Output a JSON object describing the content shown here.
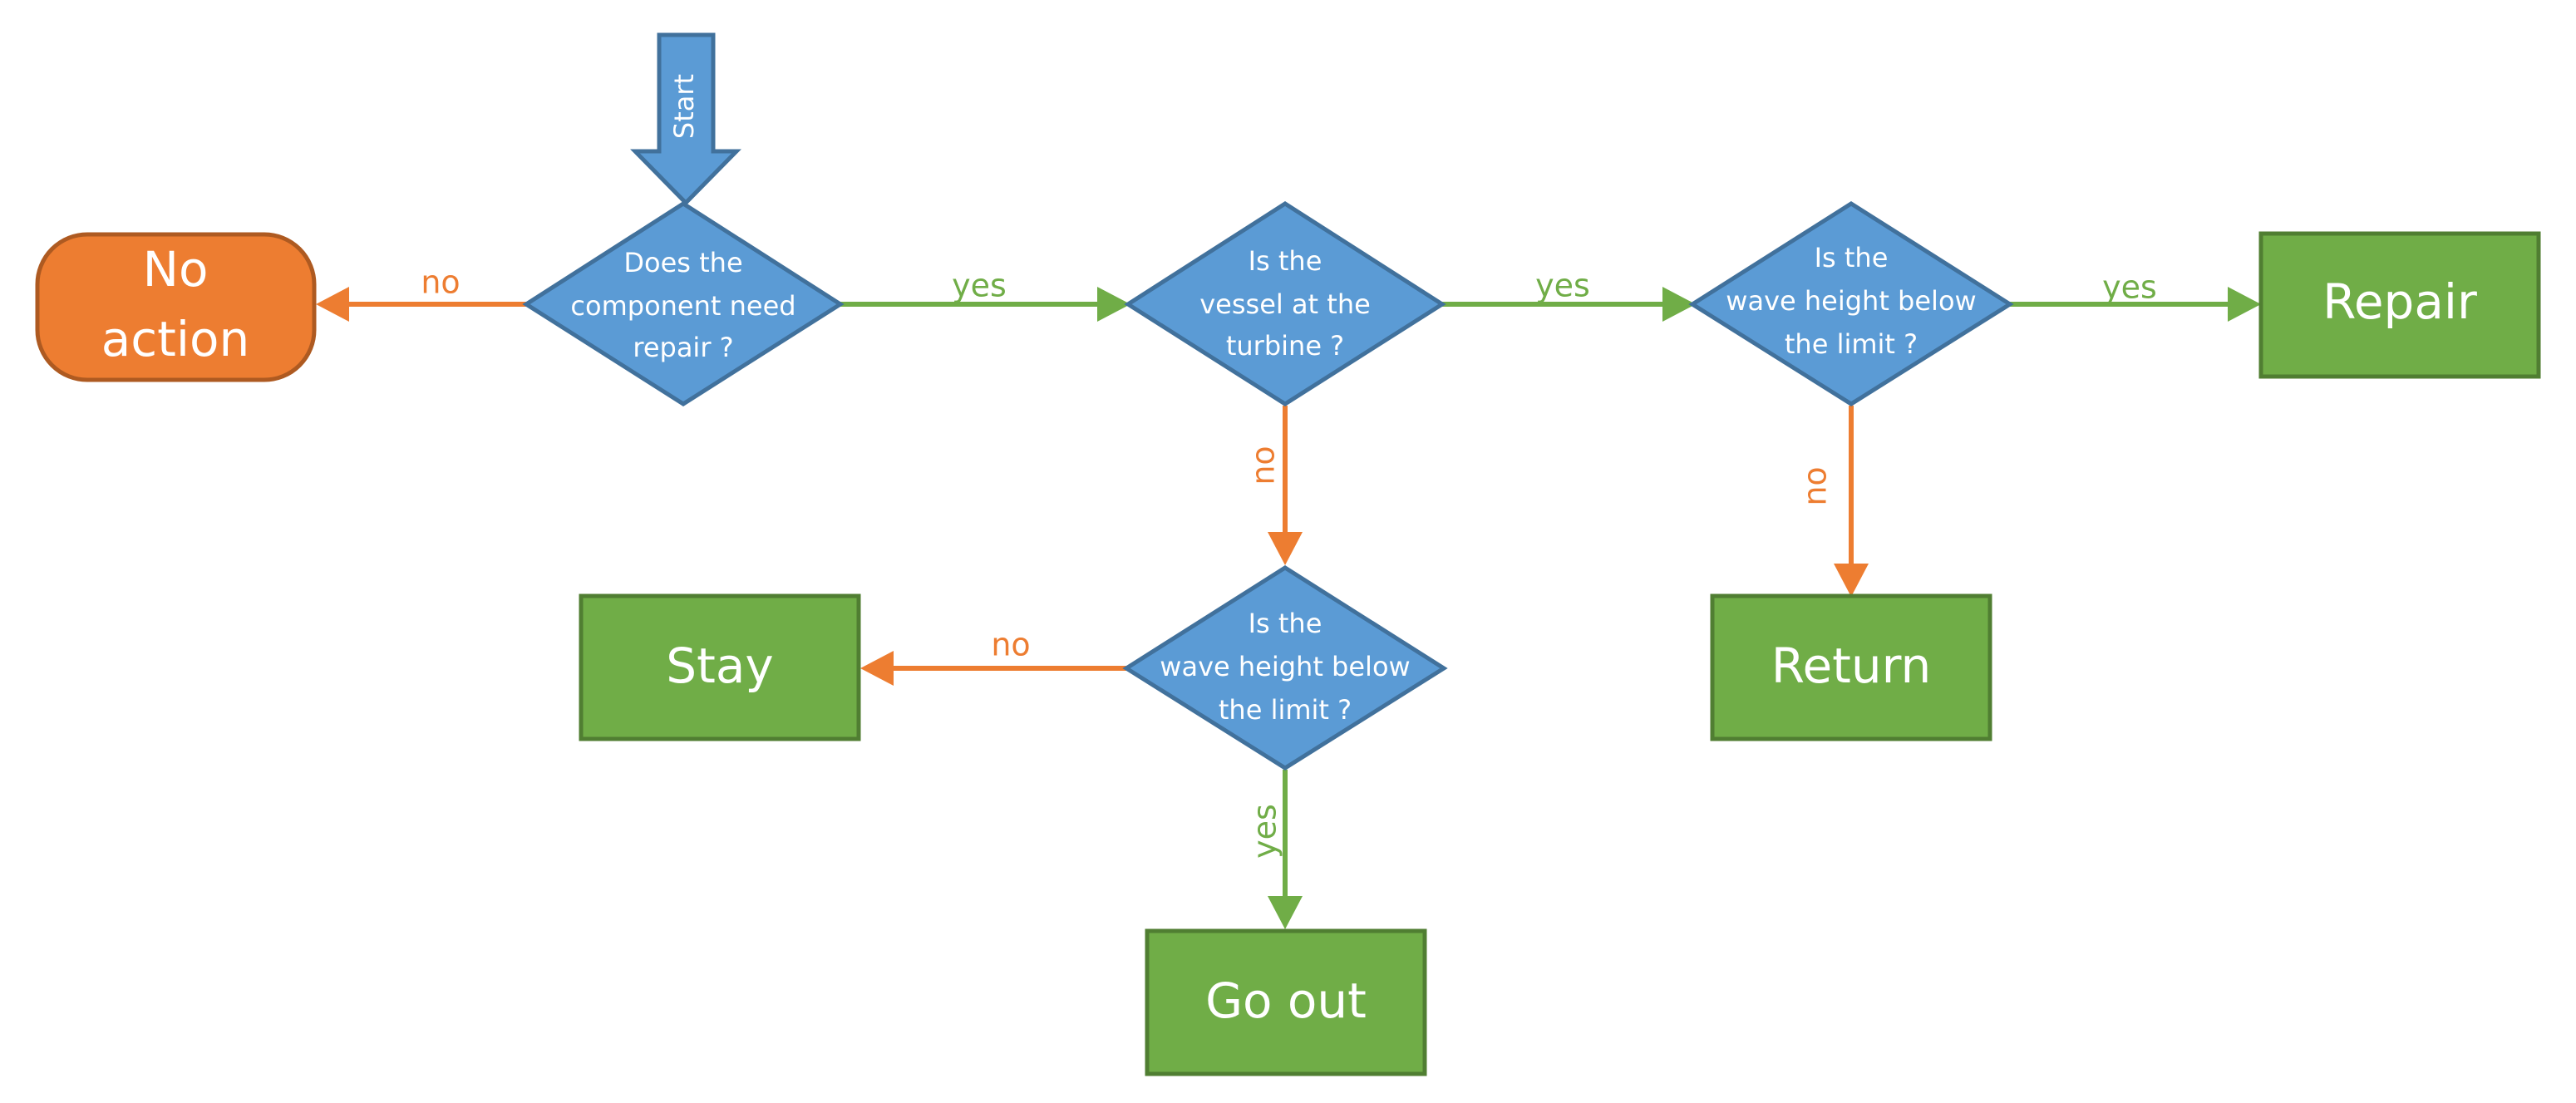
{
  "start": {
    "label": "Start"
  },
  "decisions": {
    "d1": {
      "lines": [
        "Does the",
        "component need",
        "repair ?"
      ]
    },
    "d2": {
      "lines": [
        "Is the",
        "vessel at the",
        "turbine ?"
      ]
    },
    "d3": {
      "lines": [
        "Is the",
        "wave height below",
        "the limit ?"
      ]
    },
    "d4": {
      "lines": [
        "Is the",
        "wave height below",
        "the limit ?"
      ]
    }
  },
  "outcomes": {
    "no_action": {
      "lines": [
        "No",
        "action"
      ]
    },
    "repair": {
      "label": "Repair"
    },
    "stay": {
      "label": "Stay"
    },
    "return": {
      "label": "Return"
    },
    "go_out": {
      "label": "Go out"
    }
  },
  "edges": {
    "d1_no": "no",
    "d1_yes": "yes",
    "d2_yes": "yes",
    "d3_yes": "yes",
    "d2_no": "no",
    "d3_no": "no",
    "d4_no": "no",
    "d4_yes": "yes"
  },
  "colors": {
    "decision_fill": "#5b9bd5",
    "decision_stroke": "#41719c",
    "outcome_green": "#70ad47",
    "outcome_orange": "#ed7d31",
    "yes_arrow": "#70ad47",
    "no_arrow": "#ed7d31"
  }
}
